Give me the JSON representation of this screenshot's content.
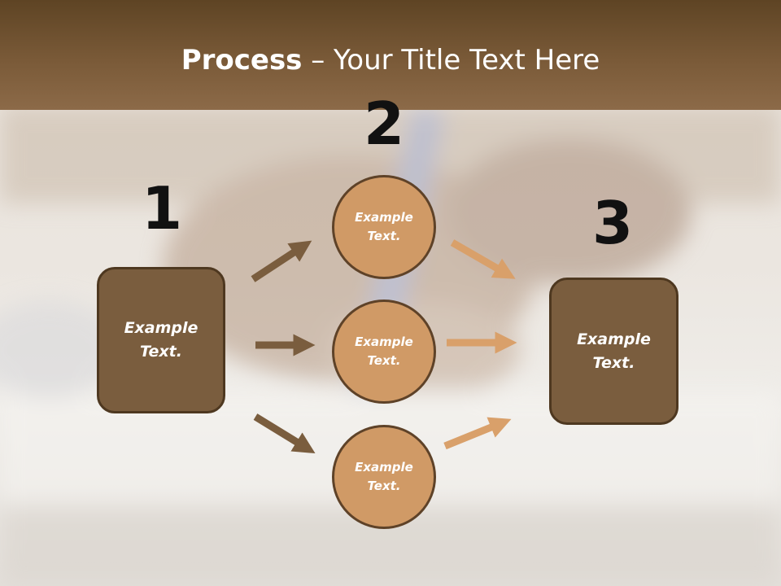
{
  "title": {
    "bold": "Process",
    "rest": " – Your Title Text Here"
  },
  "steps": {
    "one": {
      "number": "1",
      "text": "Example Text."
    },
    "two": {
      "number": "2",
      "items": [
        "Example Text.",
        "Example Text.",
        "Example Text."
      ]
    },
    "three": {
      "number": "3",
      "text": "Example Text."
    }
  },
  "colors": {
    "title_band": "#7a5a38",
    "box_fill": "#7a5d3e",
    "circle_fill": "#d09a66",
    "arrow_dark": "#7a5d3e",
    "arrow_light": "#d9a06a"
  }
}
